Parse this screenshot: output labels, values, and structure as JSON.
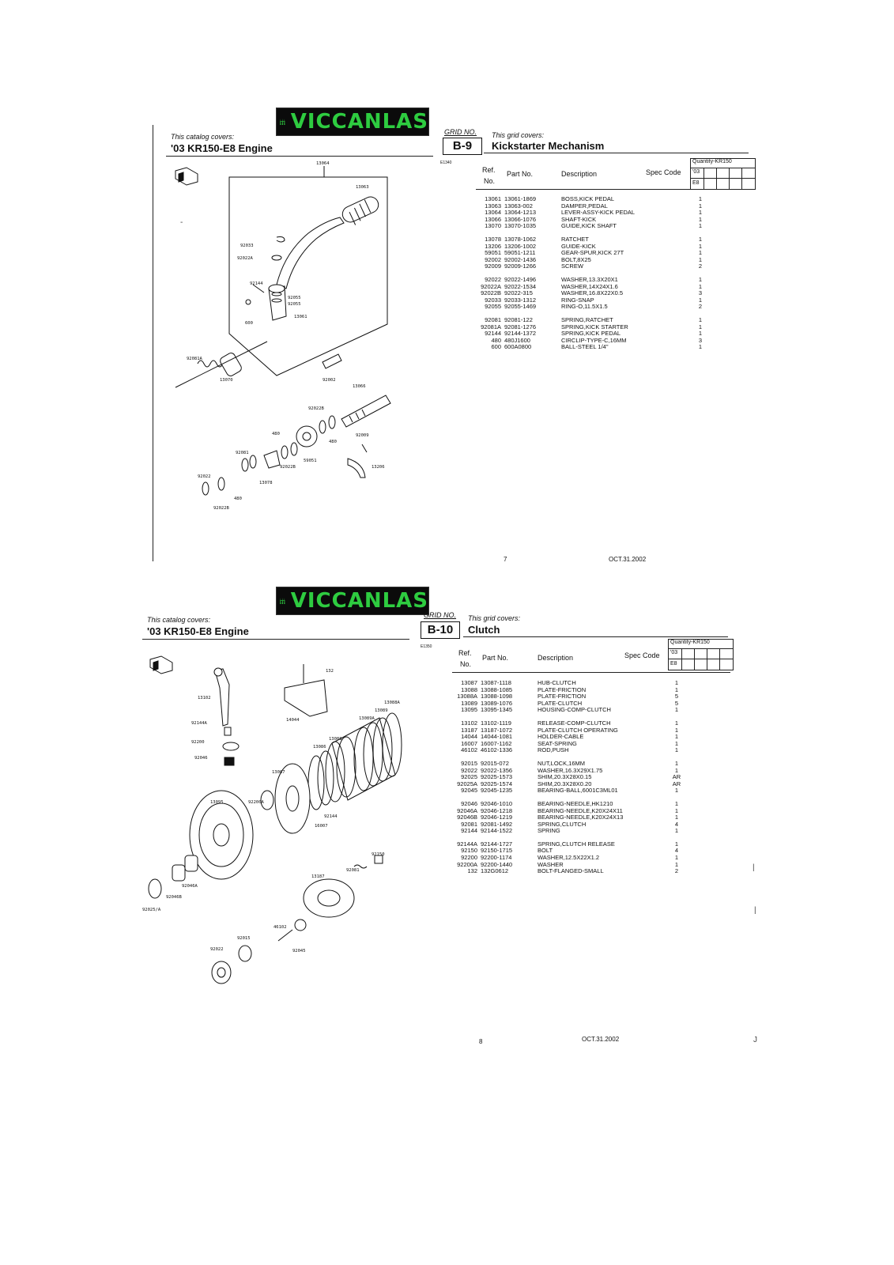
{
  "pages": [
    {
      "logo_text": "VICCANLAS",
      "catalog_label": "This catalog covers:",
      "catalog_title": "'03 KR150-E8 Engine",
      "grid_label": "GRID NO.",
      "grid_no": "B-9",
      "covers_label": "This grid covers:",
      "grid_title": "Kickstarter Mechanism",
      "code": "E1340",
      "headers": {
        "ref": "Ref.",
        "no": "No.",
        "part": "Part No.",
        "desc": "Description",
        "spec": "Spec Code"
      },
      "qty_header": "Quantity-KR150",
      "qty_cols": [
        "'03",
        "E8"
      ],
      "groups": [
        [
          {
            "ref": "13061",
            "part": "13061-1869",
            "desc": "BOSS,KICK PEDAL",
            "qty": "1"
          },
          {
            "ref": "13063",
            "part": "13063-002",
            "desc": "DAMPER,PEDAL",
            "qty": "1"
          },
          {
            "ref": "13064",
            "part": "13064-1213",
            "desc": "LEVER-ASSY-KICK PEDAL",
            "qty": "1"
          },
          {
            "ref": "13066",
            "part": "13066-1076",
            "desc": "SHAFT-KICK",
            "qty": "1"
          },
          {
            "ref": "13070",
            "part": "13070-1035",
            "desc": "GUIDE,KICK SHAFT",
            "qty": "1"
          }
        ],
        [
          {
            "ref": "13078",
            "part": "13078-1062",
            "desc": "RATCHET",
            "qty": "1"
          },
          {
            "ref": "13206",
            "part": "13206-1002",
            "desc": "GUIDE-KICK",
            "qty": "1"
          },
          {
            "ref": "59051",
            "part": "59051-1211",
            "desc": "GEAR-SPUR,KICK 27T",
            "qty": "1"
          },
          {
            "ref": "92002",
            "part": "92002-1436",
            "desc": "BOLT,8X25",
            "qty": "1"
          },
          {
            "ref": "92009",
            "part": "92009-1266",
            "desc": "SCREW",
            "qty": "2"
          }
        ],
        [
          {
            "ref": "92022",
            "part": "92022-1496",
            "desc": "WASHER,13.3X20X1",
            "qty": "1"
          },
          {
            "ref": "92022A",
            "part": "92022-1534",
            "desc": "WASHER,14X24X1.6",
            "qty": "1"
          },
          {
            "ref": "92022B",
            "part": "92022-315",
            "desc": "WASHER,16.8X22X0.5",
            "qty": "3"
          },
          {
            "ref": "92033",
            "part": "92033-1312",
            "desc": "RING-SNAP",
            "qty": "1"
          },
          {
            "ref": "92055",
            "part": "92055-1469",
            "desc": "RING-O,11.5X1.5",
            "qty": "2"
          }
        ],
        [
          {
            "ref": "92081",
            "part": "92081-122",
            "desc": "SPRING,RATCHET",
            "qty": "1"
          },
          {
            "ref": "92081A",
            "part": "92081-1276",
            "desc": "SPRING,KICK STARTER",
            "qty": "1"
          },
          {
            "ref": "92144",
            "part": "92144-1372",
            "desc": "SPRING,KICK PEDAL",
            "qty": "1"
          },
          {
            "ref": "480",
            "part": "480J1600",
            "desc": "CIRCLIP-TYPE-C,16MM",
            "qty": "3"
          },
          {
            "ref": "600",
            "part": "600A0800",
            "desc": "BALL-STEEL 1/4\"",
            "qty": "1"
          }
        ]
      ],
      "page_no": "7",
      "date": "OCT.31.2002",
      "labels": [
        "13064",
        "13063",
        "92033",
        "92022A",
        "92144",
        "92055",
        "92055",
        "600",
        "13061",
        "92081A",
        "13070",
        "92002",
        "13066",
        "92022B",
        "480",
        "480",
        "92009",
        "92081",
        "59051",
        "92022B",
        "13078",
        "13206",
        "92022",
        "480",
        "92022B"
      ]
    },
    {
      "logo_text": "VICCANLAS",
      "catalog_label": "This catalog covers:",
      "catalog_title": "'03 KR150-E8 Engine",
      "grid_label": "GRID NO.",
      "grid_no": "B-10",
      "covers_label": "This grid covers:",
      "grid_title": "Clutch",
      "code": "E1350",
      "headers": {
        "ref": "Ref.",
        "no": "No.",
        "part": "Part No.",
        "desc": "Description",
        "spec": "Spec Code"
      },
      "qty_header": "Quantity-KR150",
      "qty_cols": [
        "'03",
        "E8"
      ],
      "groups": [
        [
          {
            "ref": "13087",
            "part": "13087-1118",
            "desc": "HUB-CLUTCH",
            "qty": "1"
          },
          {
            "ref": "13088",
            "part": "13088-1085",
            "desc": "PLATE-FRICTION",
            "qty": "1"
          },
          {
            "ref": "13088A",
            "part": "13088-1098",
            "desc": "PLATE-FRICTION",
            "qty": "5"
          },
          {
            "ref": "13089",
            "part": "13089-1076",
            "desc": "PLATE-CLUTCH",
            "qty": "5"
          },
          {
            "ref": "13095",
            "part": "13095-1345",
            "desc": "HOUSING-COMP-CLUTCH",
            "qty": "1"
          }
        ],
        [
          {
            "ref": "13102",
            "part": "13102-1119",
            "desc": "RELEASE-COMP-CLUTCH",
            "qty": "1"
          },
          {
            "ref": "13187",
            "part": "13187-1072",
            "desc": "PLATE-CLUTCH OPERATING",
            "qty": "1"
          },
          {
            "ref": "14044",
            "part": "14044-1081",
            "desc": "HOLDER-CABLE",
            "qty": "1"
          },
          {
            "ref": "16007",
            "part": "16007-1162",
            "desc": "SEAT-SPRING",
            "qty": "1"
          },
          {
            "ref": "46102",
            "part": "46102-1336",
            "desc": "ROD,PUSH",
            "qty": "1"
          }
        ],
        [
          {
            "ref": "92015",
            "part": "92015-072",
            "desc": "NUT,LOCK,16MM",
            "qty": "1"
          },
          {
            "ref": "92022",
            "part": "92022-1356",
            "desc": "WASHER,16.3X29X1.75",
            "qty": "1"
          },
          {
            "ref": "92025",
            "part": "92025-1573",
            "desc": "SHIM,20.3X28X0.15",
            "qty": "AR"
          },
          {
            "ref": "92025A",
            "part": "92025-1574",
            "desc": "SHIM,20.3X28X0.20",
            "qty": "AR"
          },
          {
            "ref": "92045",
            "part": "92045-1235",
            "desc": "BEARING-BALL,6001C3ML01",
            "qty": "1"
          }
        ],
        [
          {
            "ref": "92046",
            "part": "92046-1010",
            "desc": "BEARING-NEEDLE,HK1210",
            "qty": "1"
          },
          {
            "ref": "92046A",
            "part": "92046-1218",
            "desc": "BEARING-NEEDLE,K20X24X11",
            "qty": "1"
          },
          {
            "ref": "92046B",
            "part": "92046-1219",
            "desc": "BEARING-NEEDLE,K20X24X13",
            "qty": "1"
          },
          {
            "ref": "92081",
            "part": "92081-1492",
            "desc": "SPRING,CLUTCH",
            "qty": "4"
          },
          {
            "ref": "92144",
            "part": "92144-1522",
            "desc": "SPRING",
            "qty": "1"
          }
        ],
        [
          {
            "ref": "92144A",
            "part": "92144-1727",
            "desc": "SPRING,CLUTCH RELEASE",
            "qty": "1"
          },
          {
            "ref": "92150",
            "part": "92150-1715",
            "desc": "BOLT",
            "qty": "4"
          },
          {
            "ref": "92200",
            "part": "92200-1174",
            "desc": "WASHER,12.5X22X1.2",
            "qty": "1"
          },
          {
            "ref": "92200A",
            "part": "92200-1440",
            "desc": "WASHER",
            "qty": "1"
          },
          {
            "ref": "132",
            "part": "132G0612",
            "desc": "BOLT-FLANGED-SMALL",
            "qty": "2"
          }
        ]
      ],
      "page_no": "8",
      "date": "OCT.31.2002",
      "labels": [
        "132",
        "13088A",
        "13089",
        "13089A",
        "13102",
        "14044",
        "92144A",
        "13088",
        "92200",
        "13086",
        "92046",
        "13087",
        "13095",
        "92200A",
        "92144",
        "16007",
        "92150",
        "92081",
        "13187",
        "92046A",
        "92046B",
        "92025/A",
        "46102",
        "92015",
        "92045",
        "92022"
      ]
    }
  ],
  "side_marks": {
    "dot": "-",
    "j": "J",
    "i1": "|",
    "i2": "|"
  }
}
